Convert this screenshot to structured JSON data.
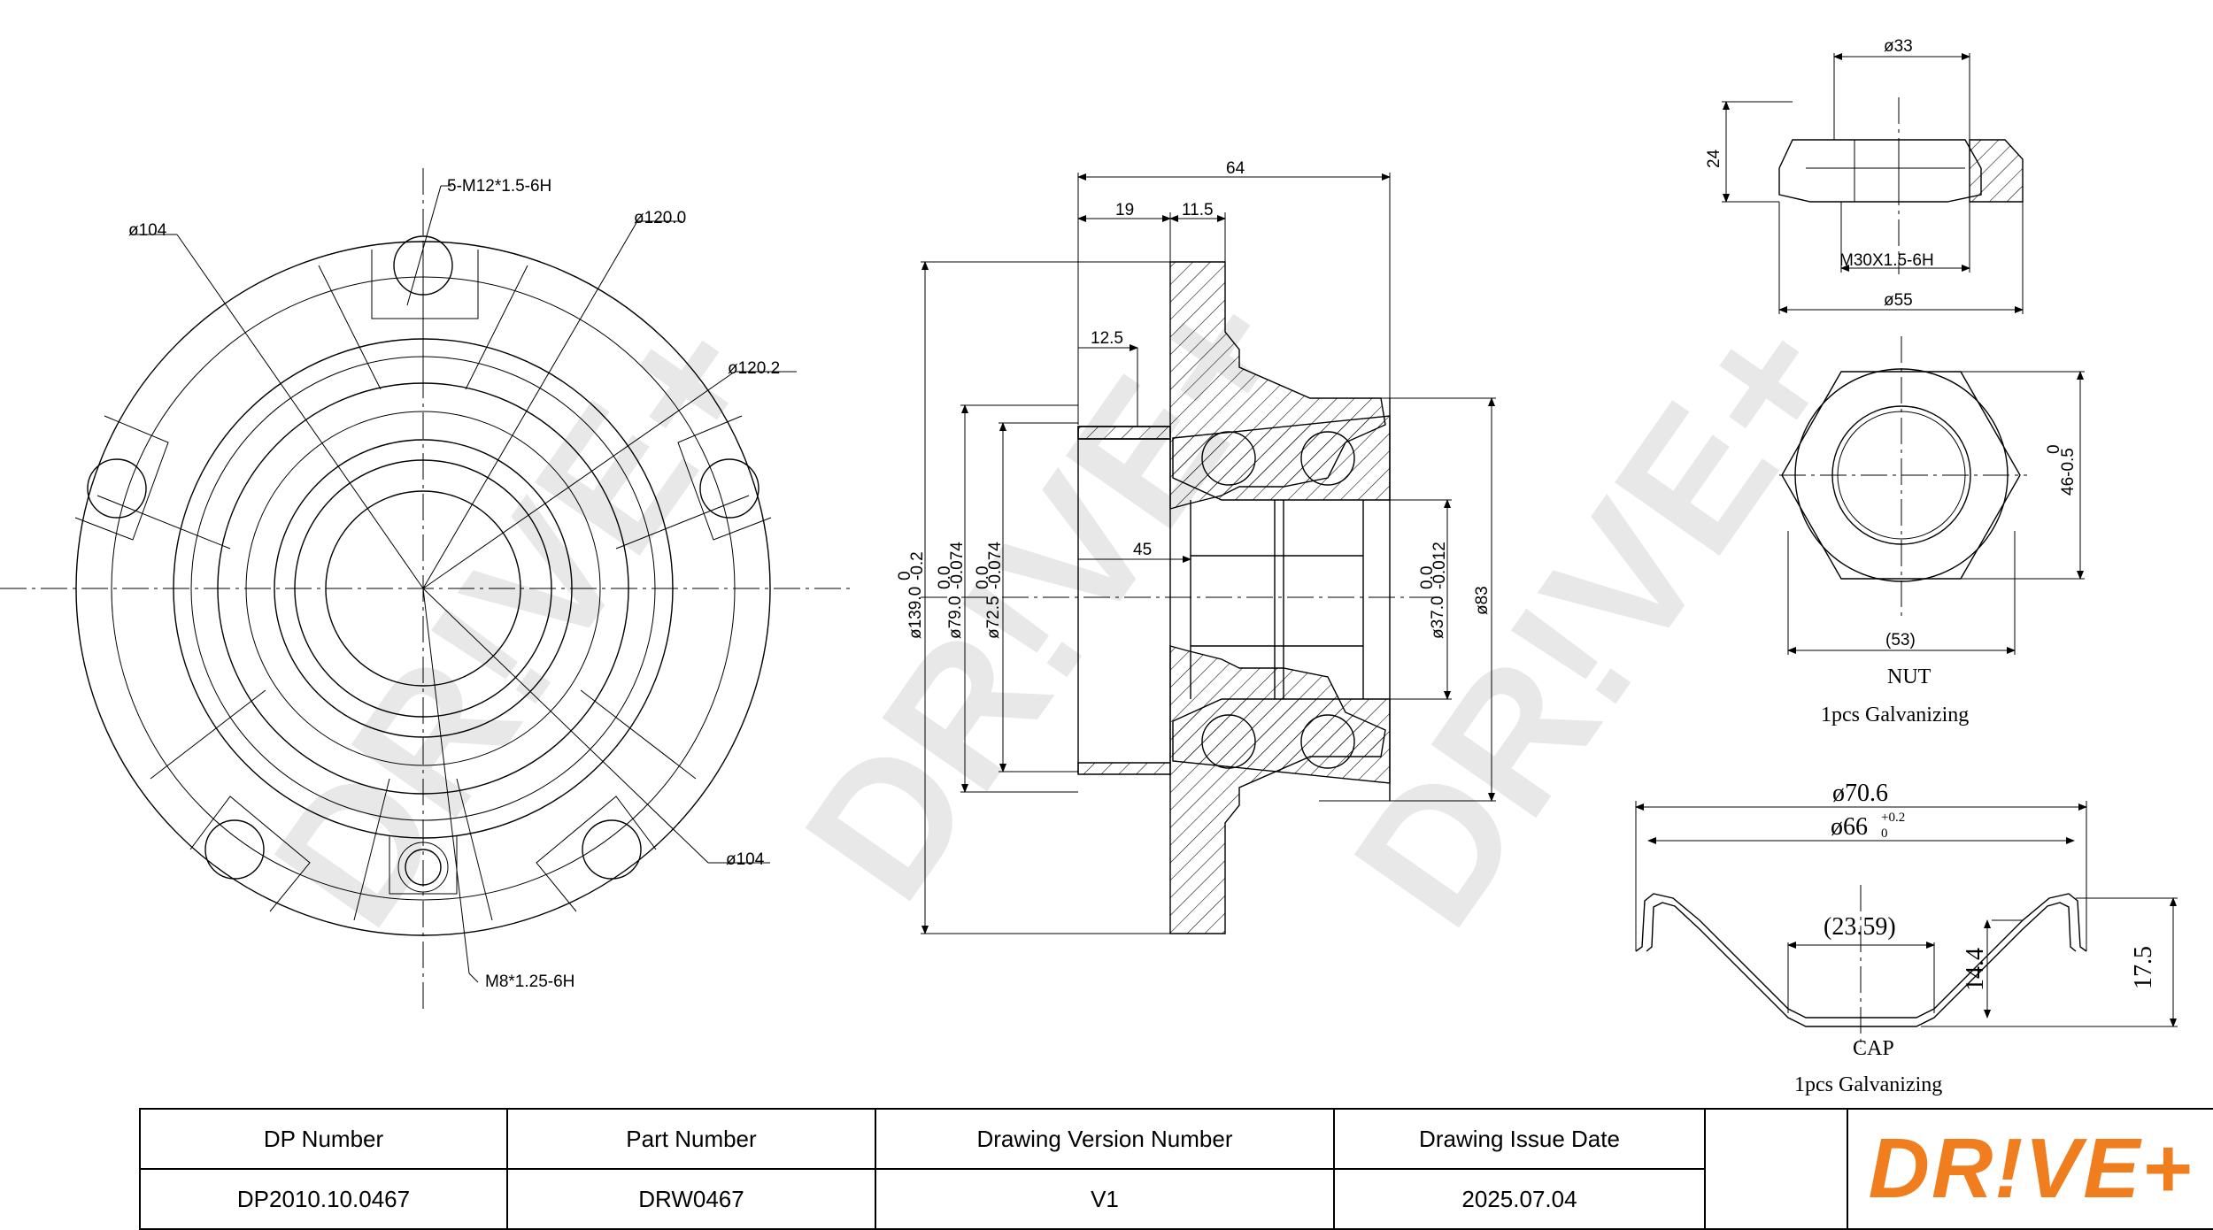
{
  "watermark": "DR!VE+",
  "front_view": {
    "dims": {
      "bolt_thread": "5-M12*1.5-6H",
      "dia_104_top": "ø104",
      "dia_120_0": "ø120.0",
      "dia_120_2": "ø120.2",
      "dia_104_bottom": "ø104",
      "small_thread": "M8*1.25-6H"
    }
  },
  "section_view": {
    "dims": {
      "width_64": "64",
      "w19": "19",
      "w11_5": "11.5",
      "w12_5": "12.5",
      "w45": "45",
      "d139": "ø139.0",
      "d139_tol_up": "0",
      "d139_tol_low": "-0.2",
      "d79": "ø79.0",
      "d79_tol_up": "0.0",
      "d79_tol_low": "-0.074",
      "d72_5": "ø72.5",
      "d72_5_tol_up": "0.0",
      "d72_5_tol_low": "-0.074",
      "d37": "ø37.0",
      "d37_tol_up": "0.0",
      "d37_tol_low": "-0.012",
      "d83": "ø83"
    }
  },
  "nut": {
    "dims": {
      "d33": "ø33",
      "h24": "24",
      "thread": "M30X1.5-6H",
      "d55": "ø55",
      "tol": "46-0.5",
      "tol_up": "0",
      "across": "(53)"
    },
    "label": "NUT",
    "note": "1pcs  Galvanizing"
  },
  "cap": {
    "dims": {
      "d70_6": "ø70.6",
      "d66": "ø66",
      "d66_tol": "+0.2",
      "d66_tol_low": "0",
      "inner": "(23.59)",
      "h14_4": "14.4",
      "h17_5": "17.5"
    },
    "label": "CAP",
    "note": "1pcs  Galvanizing"
  },
  "title_block": {
    "headers": [
      "DP Number",
      "Part Number",
      "Drawing Version Number",
      "Drawing Issue Date"
    ],
    "values": [
      "DP2010.10.0467",
      "DRW0467",
      "V1",
      "2025.07.04"
    ],
    "logo": "DR!VE+",
    "logo_color": "#f07d1e"
  }
}
